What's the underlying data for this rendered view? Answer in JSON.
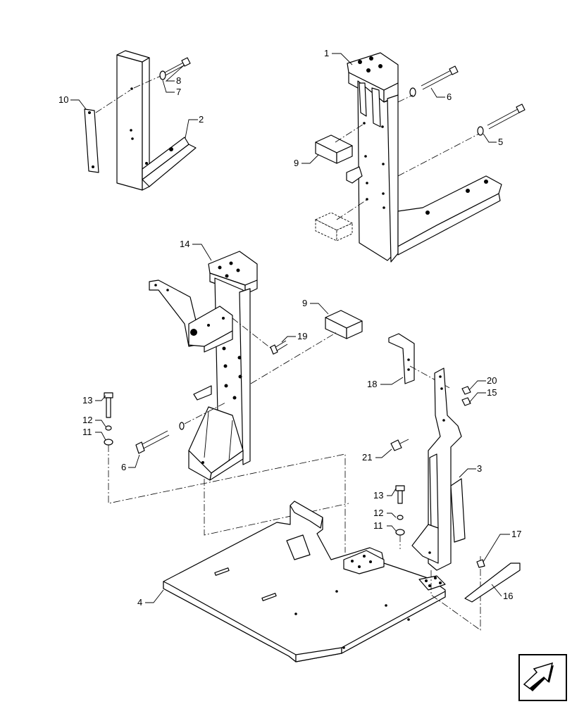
{
  "callouts": [
    {
      "id": "c1",
      "text": "1"
    },
    {
      "id": "c2",
      "text": "2"
    },
    {
      "id": "c3",
      "text": "3"
    },
    {
      "id": "c4",
      "text": "4"
    },
    {
      "id": "c5",
      "text": "5"
    },
    {
      "id": "c6a",
      "text": "6"
    },
    {
      "id": "c6b",
      "text": "6"
    },
    {
      "id": "c7",
      "text": "7"
    },
    {
      "id": "c8",
      "text": "8"
    },
    {
      "id": "c9a",
      "text": "9"
    },
    {
      "id": "c9b",
      "text": "9"
    },
    {
      "id": "c10",
      "text": "10"
    },
    {
      "id": "c11a",
      "text": "11"
    },
    {
      "id": "c11b",
      "text": "11"
    },
    {
      "id": "c12a",
      "text": "12"
    },
    {
      "id": "c12b",
      "text": "12"
    },
    {
      "id": "c13a",
      "text": "13"
    },
    {
      "id": "c13b",
      "text": "13"
    },
    {
      "id": "c14",
      "text": "14"
    },
    {
      "id": "c15",
      "text": "15"
    },
    {
      "id": "c16",
      "text": "16"
    },
    {
      "id": "c17",
      "text": "17"
    },
    {
      "id": "c18",
      "text": "18"
    },
    {
      "id": "c19",
      "text": "19"
    },
    {
      "id": "c20",
      "text": "20"
    },
    {
      "id": "c21",
      "text": "21"
    }
  ],
  "nav_icon": "arrow-forward-icon"
}
